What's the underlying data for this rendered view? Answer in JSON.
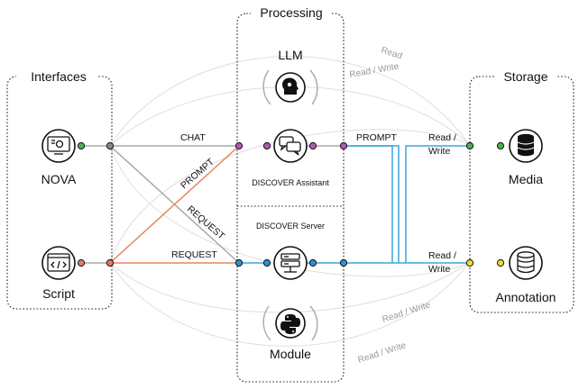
{
  "groups": {
    "interfaces": "Interfaces",
    "processing": "Processing",
    "storage": "Storage"
  },
  "nodes": {
    "nova": "NOVA",
    "script": "Script",
    "llm": "LLM",
    "discover_assistant": "DISCOVER Assistant",
    "discover_server": "DISCOVER Server",
    "module": "Module",
    "media": "Media",
    "annotation": "Annotation"
  },
  "edges": {
    "chat": "CHAT",
    "prompt_diag": "PROMPT",
    "request_diag": "REQUEST",
    "request": "REQUEST",
    "prompt": "PROMPT",
    "rw_media_1": "Read /",
    "rw_media_2": "Write",
    "rw_anno_1": "Read /",
    "rw_anno_2": "Write",
    "faint_read": "Read",
    "faint_rw_top": "Read / Write",
    "faint_rw_mid": "Read / Write",
    "faint_rw_bot": "Read / Write"
  },
  "colors": {
    "orange": "#e8875a",
    "blue": "#3aa6dc",
    "gray": "#a8a8a8",
    "faint": "#dedede",
    "port_green": "#4caf50",
    "port_purple": "#b05ab5",
    "port_red": "#e07b6a",
    "port_blue": "#2f8fd0",
    "port_yellow": "#e8dc35",
    "port_gray": "#8a8a8a"
  }
}
